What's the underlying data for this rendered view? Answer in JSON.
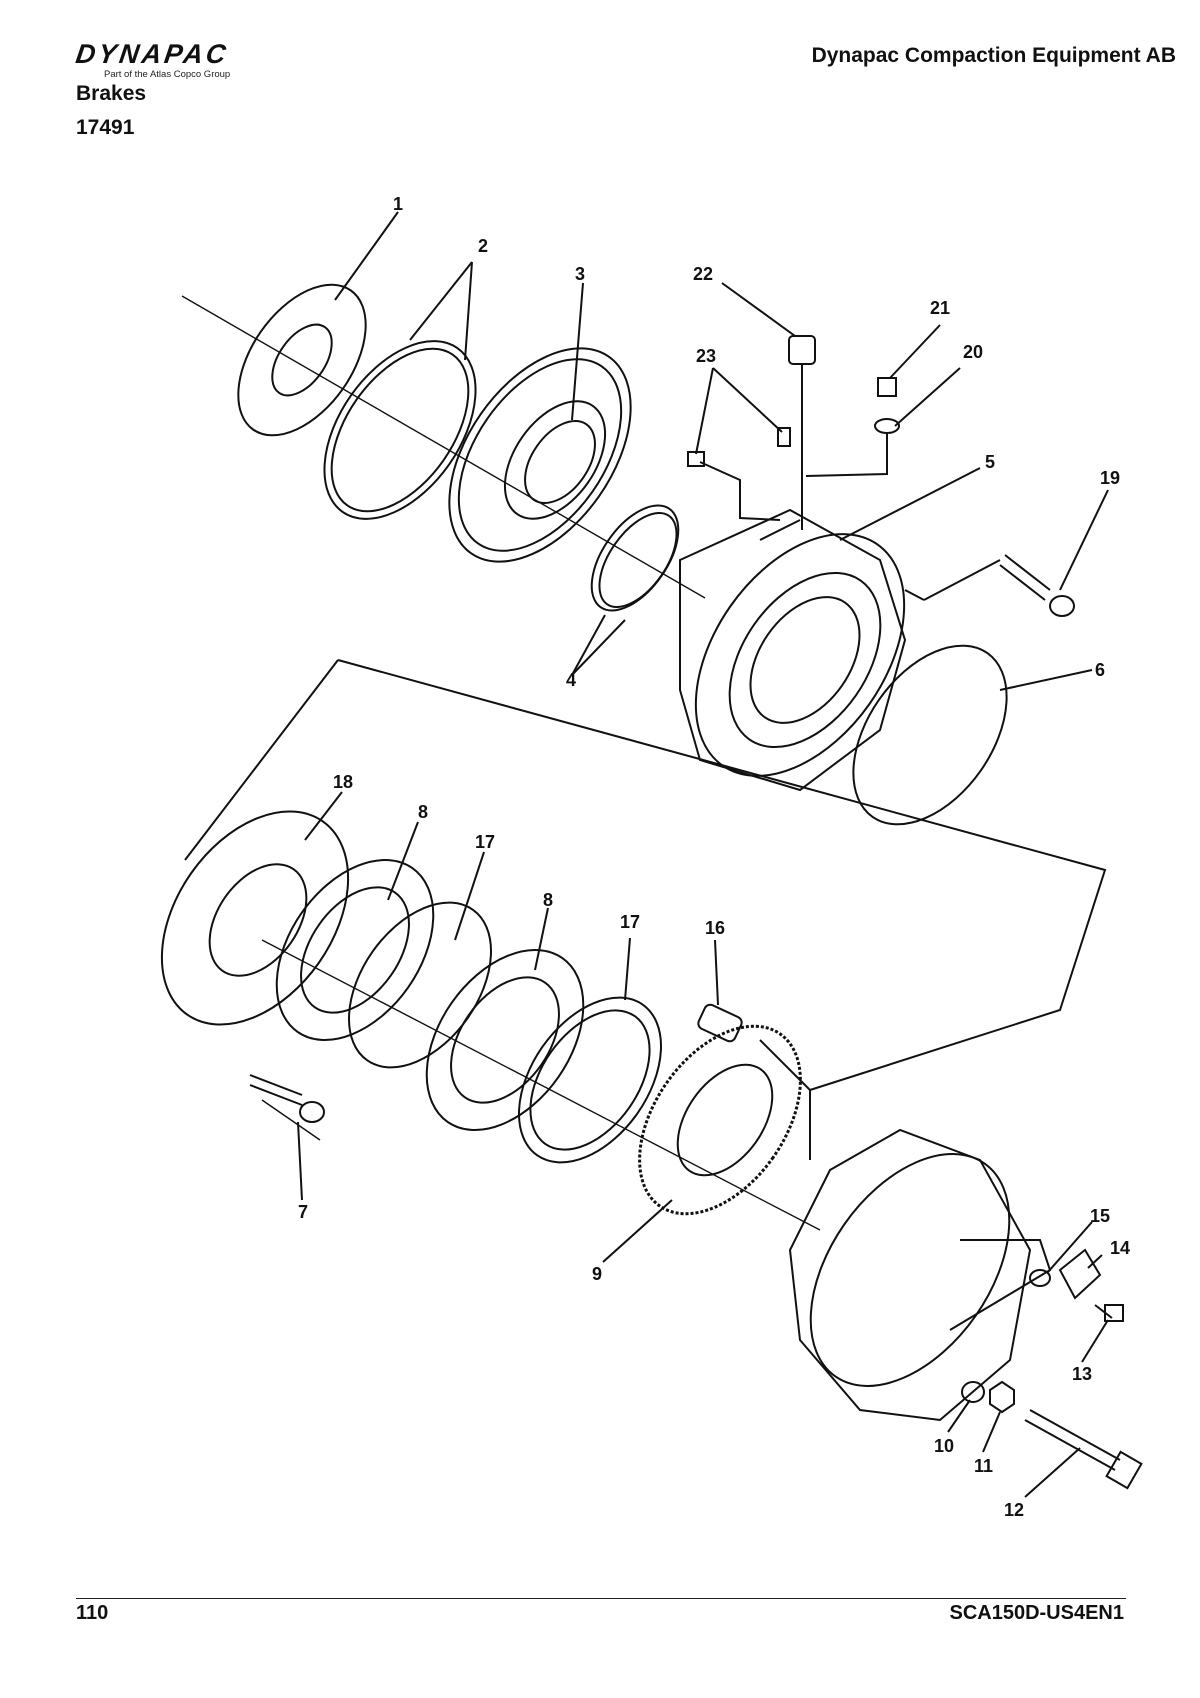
{
  "header": {
    "logo_text": "DYNAPAC",
    "logo_subtitle": "Part of the Atlas Copco Group",
    "company": "Dynapac Compaction Equipment AB",
    "section_title": "Brakes",
    "drawing_number": "17491"
  },
  "diagram": {
    "callouts": [
      "1",
      "2",
      "3",
      "22",
      "21",
      "23",
      "20",
      "5",
      "19",
      "4",
      "6",
      "18",
      "8",
      "17",
      "8",
      "17",
      "16",
      "7",
      "9",
      "15",
      "14",
      "13",
      "10",
      "11",
      "12"
    ]
  },
  "footer": {
    "page_number": "110",
    "document_code": "SCA150D-US4EN1"
  }
}
